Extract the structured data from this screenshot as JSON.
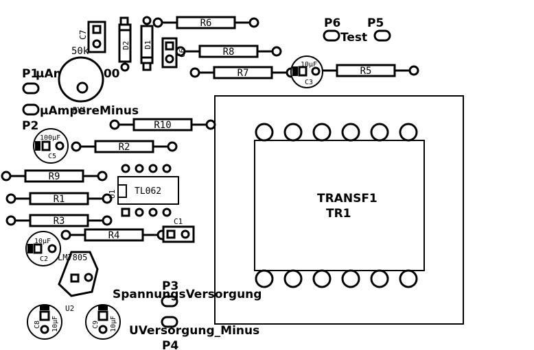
{
  "resistors": [
    {
      "ref": "R6"
    },
    {
      "ref": "R8"
    },
    {
      "ref": "R7"
    },
    {
      "ref": "R5"
    },
    {
      "ref": "R10"
    },
    {
      "ref": "R2"
    },
    {
      "ref": "R9"
    },
    {
      "ref": "R1"
    },
    {
      "ref": "R3"
    },
    {
      "ref": "R4"
    }
  ],
  "pads": [
    {
      "ref": "P6"
    },
    {
      "ref": "P5"
    },
    {
      "ref": "P1"
    },
    {
      "ref": "P2"
    },
    {
      "ref": "P3"
    },
    {
      "ref": "P4"
    }
  ],
  "net_labels": {
    "test": "Test",
    "ampere_100": "μAmpere100",
    "ampere_minus": "μAmpereMinus",
    "supply": "SpannungsVersorgung",
    "supply_minus": "UVersorgung_Minus"
  },
  "caps": {
    "c7": "C7",
    "c6": "C6",
    "c1": "C1",
    "c3": "C3",
    "c3_value": "10μF",
    "c5": "C5",
    "c5_value": "100μF",
    "c2": "C2",
    "c2_value": "10μF",
    "c8": "C8",
    "c8_value": "10μF",
    "c9": "C9",
    "c9_value": "10μF"
  },
  "diodes": {
    "d1": "D1",
    "d2": "D2"
  },
  "pot": {
    "value": "50k",
    "ref": "RV1"
  },
  "opamp": {
    "ref": "U1",
    "value": "TL062"
  },
  "regulator": {
    "value": "LM7805",
    "ref": "U2"
  },
  "transformer": {
    "ref": "TRANSF1",
    "value": "TR1"
  }
}
